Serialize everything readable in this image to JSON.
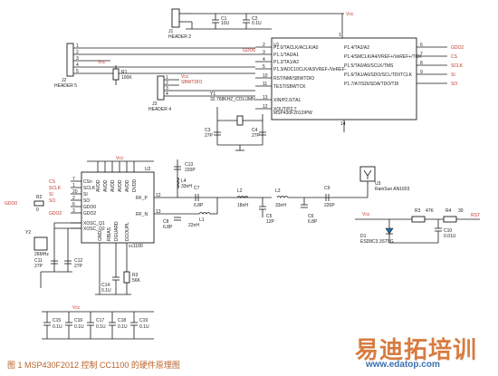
{
  "caption": "图 1   MSP430F2012 控制 CC1100 的硬件原理图",
  "watermark": {
    "brand": "易迪拓培训",
    "url": "www.edatop.com"
  },
  "mcu": {
    "ref": "U1",
    "part": "MSP430F2012IPW",
    "left_pins": [
      {
        "num": "2",
        "name": "P1.0/TACLK/ACLK/A0"
      },
      {
        "num": "3",
        "name": "P1.1/TA0/A1"
      },
      {
        "num": "4",
        "name": "P1.2/TA1/A2"
      },
      {
        "num": "5",
        "name": "P1.3/ADC10CLK/A3/VREF-/VeREF-"
      },
      {
        "num": "10",
        "name": "RST/NMI/SBWTDIO"
      },
      {
        "num": "11",
        "name": "TEST/SBWTCK"
      },
      {
        "num": "13",
        "name": "XIN/P2.6/TA1"
      },
      {
        "num": "12",
        "name": "XOUT/P2.7"
      }
    ],
    "right_pins": [
      {
        "num": "6",
        "name": "P1.4/TA2/A2"
      },
      {
        "num": "7",
        "name": "P1.4/SMCLK/A4/VREF+/VeREF+/TCK"
      },
      {
        "num": "8",
        "name": "P1.5/TA0/A5/SCLK/TMS"
      },
      {
        "num": "9",
        "name": "P1.6/TA1/A6/SDO/SCL/TDI/TCLK"
      },
      {
        "num": "",
        "name": "P1.7/A7/SDI/SDA/TDO/TDI"
      }
    ],
    "right_nets": [
      "GDO2",
      "CS",
      "SCLK",
      "SI",
      "SO"
    ],
    "top_pin": "1",
    "bottom_pin": "14",
    "gdo0_net": "GDO0"
  },
  "power": {
    "vcc": "Vcc",
    "vcc_lower": "Vcc"
  },
  "header2": {
    "ref": "J1",
    "name": "HEADER 2"
  },
  "header5": {
    "ref": "J2",
    "name": "HEADER 5",
    "pins": [
      "1",
      "2",
      "3",
      "4",
      "5"
    ]
  },
  "header4": {
    "ref": "J3",
    "name": "HEADER 4",
    "pins": [
      "1",
      "2",
      "3",
      "4"
    ],
    "nets": [
      "Vcc",
      "SBWTDIO"
    ]
  },
  "top_caps": [
    {
      "ref": "C1",
      "value": "10U"
    },
    {
      "ref": "C2",
      "value": "0.1U"
    }
  ],
  "r1": {
    "ref": "R1",
    "value": "100K"
  },
  "crystal_y1": {
    "ref": "Y1",
    "value": "32.768KHZ_COLUMN"
  },
  "xtal_caps": [
    {
      "ref": "C3",
      "value": "27P"
    },
    {
      "ref": "C4",
      "value": "27P"
    }
  ],
  "radio": {
    "ref": "U2",
    "part": "cc1100",
    "left_pins": [
      {
        "num": "7",
        "name": "CSn"
      },
      {
        "num": "1",
        "name": "SCLK"
      },
      {
        "num": "20",
        "name": "SI"
      },
      {
        "num": "2",
        "name": "SO"
      },
      {
        "num": "6",
        "name": "GDO0"
      },
      {
        "num": "3",
        "name": "GDO2"
      },
      {
        "num": "",
        "name": "XOSC_Q1"
      },
      {
        "num": "",
        "name": "XOSC_Q2"
      }
    ],
    "right_pins": [
      {
        "num": "12",
        "name": "RF_P"
      },
      {
        "num": "13",
        "name": "RF_N"
      }
    ],
    "top_pins": [
      "AVDD",
      "AVDD",
      "AVDD",
      "AVDD",
      "AVDD",
      "DVDD"
    ],
    "bottom_pins": [
      "GND",
      "RBIAS",
      "DGUARD",
      "DCOUPL"
    ],
    "left_nets": [
      "CS",
      "SCLK",
      "SI",
      "SO",
      "GDO0",
      "GDO2"
    ]
  },
  "gdo0_label": "GDO0",
  "resistor_0": {
    "ref": "R2",
    "value": "0"
  },
  "radio_xtal": {
    "ref": "Y2",
    "value": "26MHz"
  },
  "radio_xtal_caps": [
    {
      "ref": "C11",
      "value": "27P"
    },
    {
      "ref": "C12",
      "value": "27P"
    }
  ],
  "rf_parts": [
    {
      "ref": "C13",
      "value": "220P"
    },
    {
      "ref": "L4",
      "value": "33nH"
    },
    {
      "ref": "C7",
      "value": "6.8P"
    },
    {
      "ref": "C8",
      "value": "6.8P"
    },
    {
      "ref": "L1",
      "value": "22nH"
    },
    {
      "ref": "L2",
      "value": "18nH"
    },
    {
      "ref": "C5",
      "value": "12P"
    },
    {
      "ref": "L3",
      "value": "33nH"
    },
    {
      "ref": "C6",
      "value": "6.8P"
    },
    {
      "ref": "C9",
      "value": "220P"
    }
  ],
  "rbias": {
    "ref": "R3",
    "value": "56K"
  },
  "c14": {
    "ref": "C14",
    "value": "0.1U"
  },
  "antenna": {
    "ref": "U3",
    "name": "RainSun AN1603"
  },
  "led_section": {
    "led_ref": "D1",
    "led_part": "ESD8C3.3ST5G",
    "r3": {
      "ref": "R3",
      "value": "47K"
    },
    "r4": {
      "ref": "R4",
      "value": "30"
    },
    "cap": {
      "ref": "C10",
      "value": "0.01U"
    },
    "net": "RST"
  },
  "decoupling": [
    {
      "ref": "C15",
      "value": "0.1U"
    },
    {
      "ref": "C16",
      "value": "0.1U"
    },
    {
      "ref": "C17",
      "value": "0.1U"
    },
    {
      "ref": "C18",
      "value": "0.1U"
    },
    {
      "ref": "C19",
      "value": "0.1U"
    }
  ],
  "colors": {
    "wire": "#1a1a1a",
    "net": "#c0392b",
    "caption": "#b9632b",
    "watermark": "#d77c40",
    "url": "#3a6fb2"
  }
}
